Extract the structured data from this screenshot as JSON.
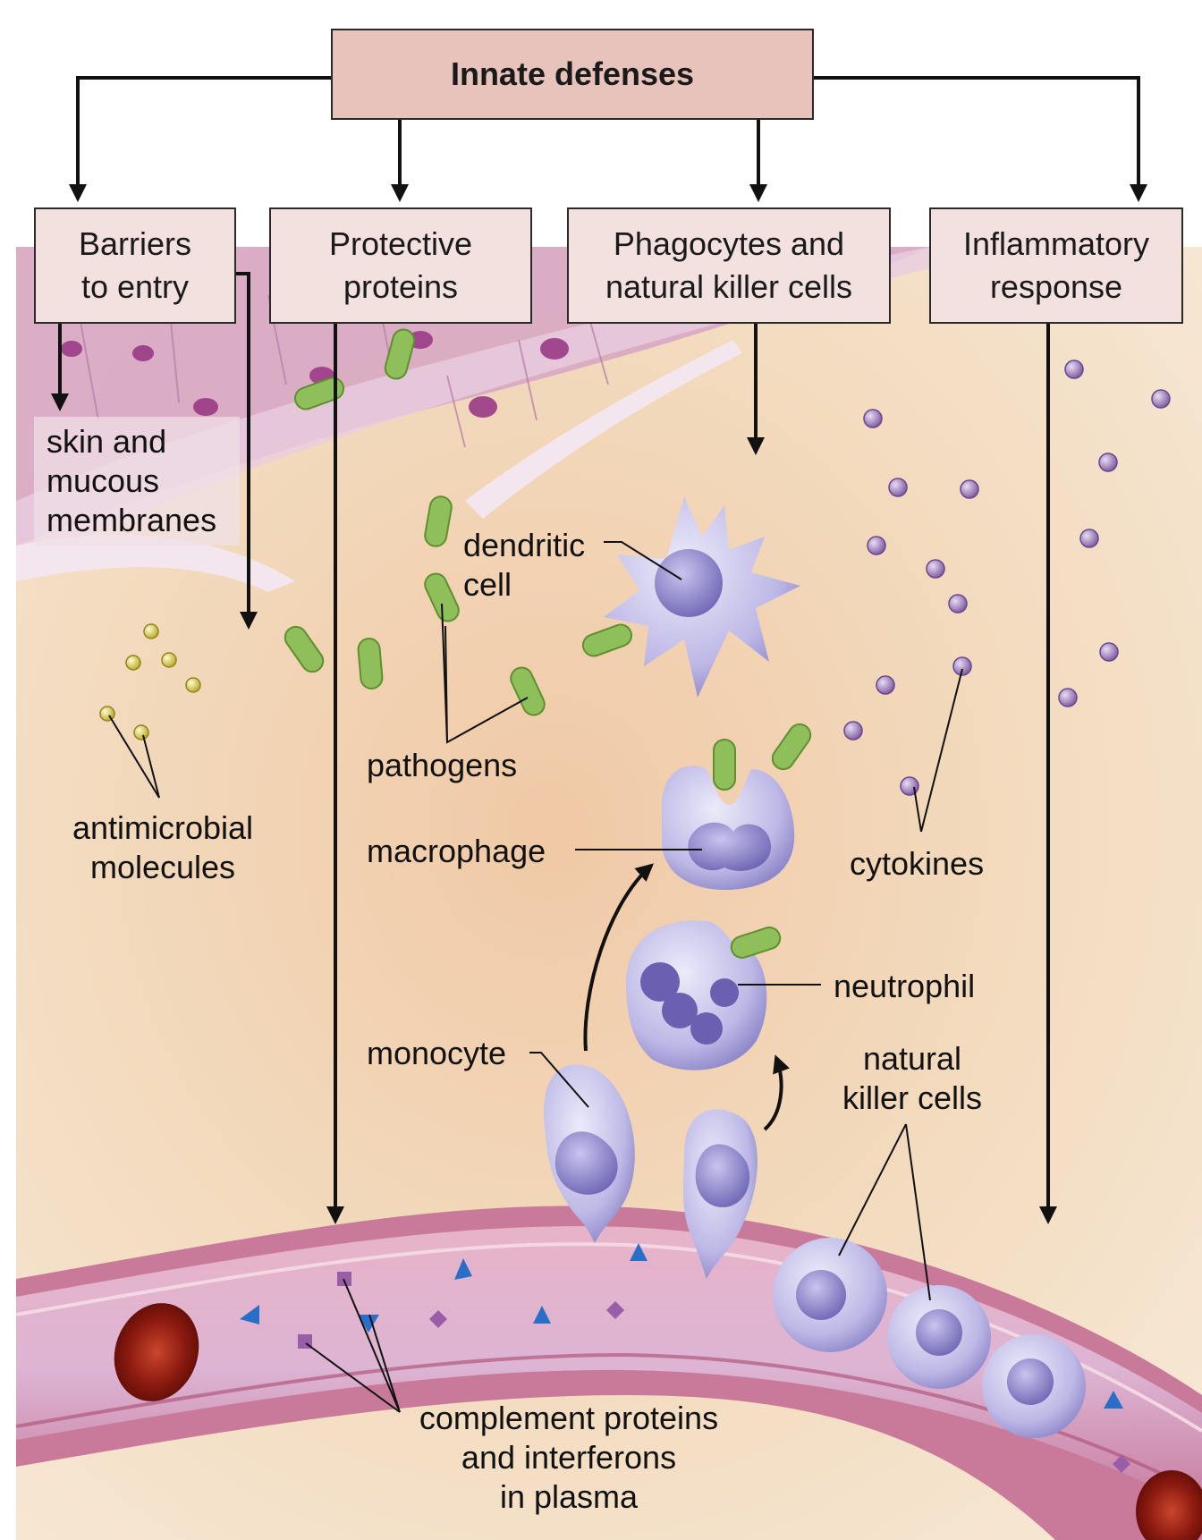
{
  "header": {
    "title": "Innate defenses"
  },
  "categories": [
    {
      "id": "barriers",
      "label": "Barriers\nto entry"
    },
    {
      "id": "proteins",
      "label": "Protective\nproteins"
    },
    {
      "id": "phagocytes",
      "label": "Phagocytes and\nnatural killer cells"
    },
    {
      "id": "inflammatory",
      "label": "Inflammatory\nresponse"
    }
  ],
  "labels": {
    "skin": "skin and\nmucous\nmembranes",
    "dendritic": "dendritic\ncell",
    "pathogens": "pathogens",
    "antimicrobial": "antimicrobial\nmolecules",
    "macrophage": "macrophage",
    "cytokines": "cytokines",
    "neutrophil": "neutrophil",
    "monocyte": "monocyte",
    "nk_cells": "natural\nkiller cells",
    "complement": "complement proteins\nand interferons\nin plasma"
  },
  "colors": {
    "tissue": "#f3dfc4",
    "title_box": "#e7c3bb",
    "category_box": "#f2e1de",
    "cell_violet": "#b8b2e0",
    "pathogen_green": "#8fbf5a",
    "vessel_pink": "#d99fb6",
    "rbc_red": "#9a1e12",
    "antimicrobial_yellow": "#e8e060",
    "cytokine_purple": "#9a78b8"
  }
}
